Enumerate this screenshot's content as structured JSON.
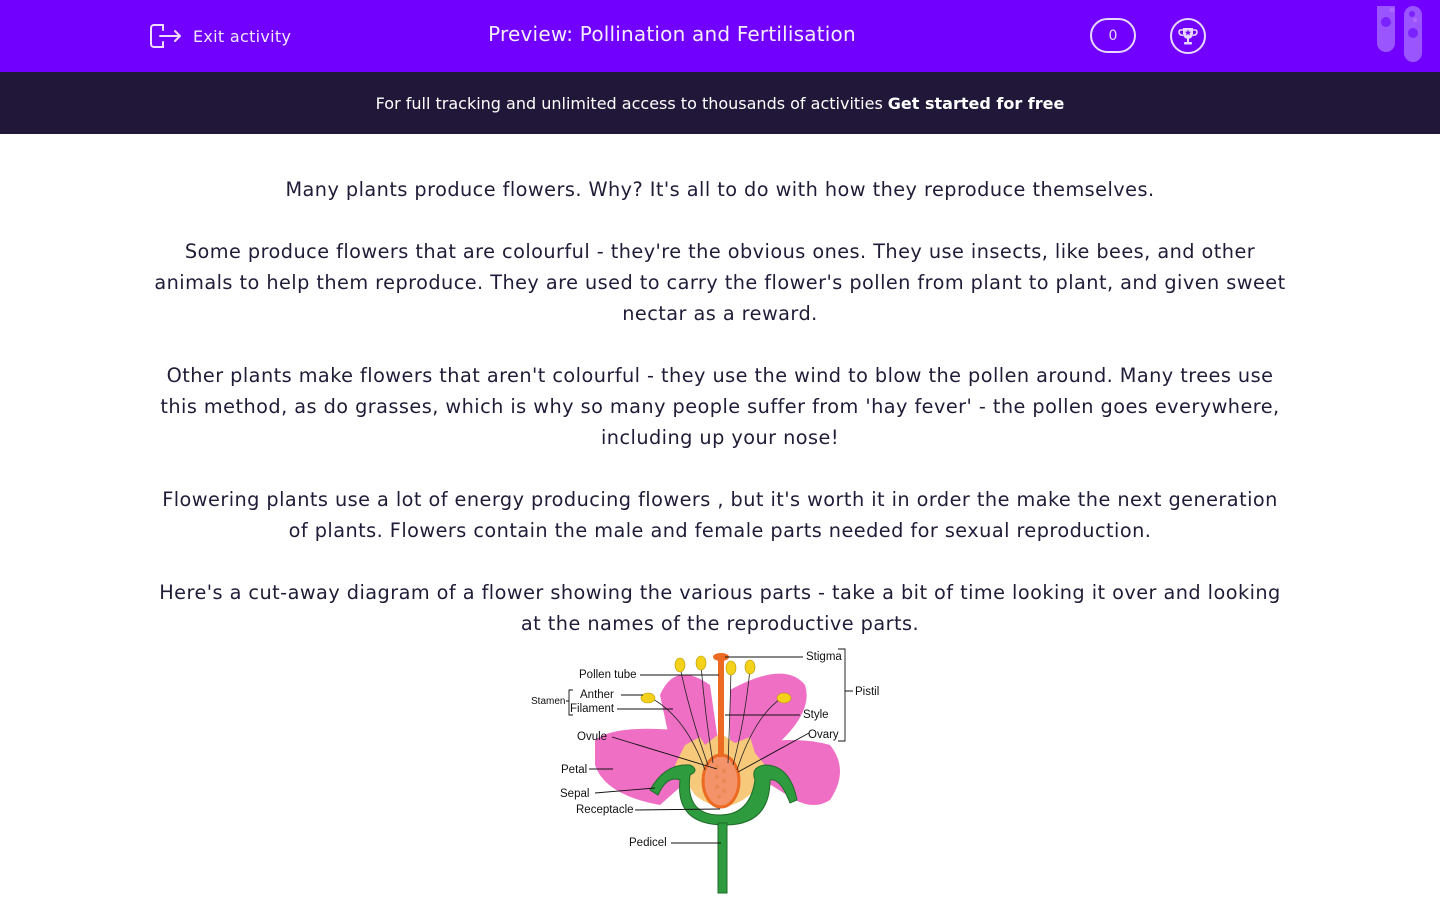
{
  "header": {
    "exit_label": "Exit activity",
    "title": "Preview: Pollination and Fertilisation",
    "score": "0",
    "colors": {
      "background": "#7100ff",
      "promo_bar": "#211839"
    }
  },
  "promo": {
    "text": "For full tracking and unlimited access to thousands of activities",
    "cta": "Get started for free"
  },
  "content": {
    "paragraphs": [
      "Many plants produce flowers.  Why?  It's all to do with how they reproduce themselves.",
      "Some produce flowers that are colourful - they're the obvious ones.  They use insects, like bees, and other animals to help them reproduce.  They are used to carry the flower's pollen from plant to plant, and given sweet nectar as a reward.",
      "Other plants make flowers that aren't colourful - they use the wind to blow the pollen around.  Many trees use this method, as do grasses, which is why so many people suffer from 'hay fever' - the pollen goes everywhere, including up your nose!",
      "Flowering plants use a lot of energy producing flowers , but it's worth it in order the make the next generation of plants. Flowers contain the male and female parts needed for sexual reproduction.",
      "Here's a cut-away diagram of a flower showing the various parts - take a bit of time looking it over and looking at the names of the reproductive parts."
    ]
  },
  "diagram": {
    "labels": {
      "stigma": "Stigma",
      "pollen_tube": "Pollen tube",
      "stamen": "Stamen",
      "anther": "Anther",
      "filament": "Filament",
      "pistil": "Pistil",
      "style": "Style",
      "ovule": "Ovule",
      "ovary": "Ovary",
      "petal": "Petal",
      "sepal": "Sepal",
      "receptacle": "Receptacle",
      "pedicel": "Pedicel"
    }
  }
}
